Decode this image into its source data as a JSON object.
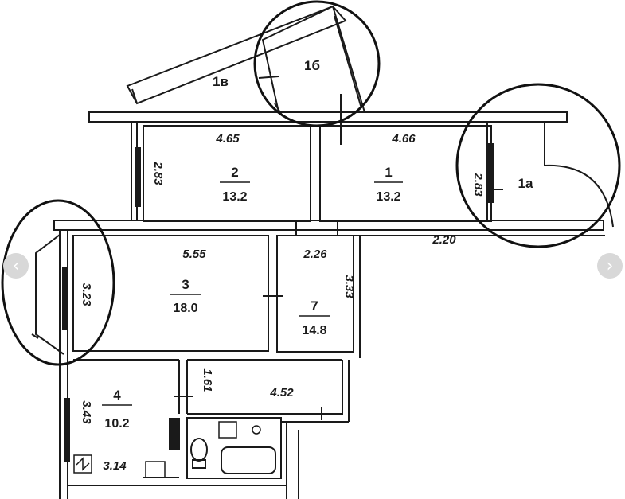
{
  "rooms": [
    {
      "id": "1",
      "area": "13.2"
    },
    {
      "id": "2",
      "area": "13.2"
    },
    {
      "id": "3",
      "area": "18.0"
    },
    {
      "id": "4",
      "area": "10.2"
    },
    {
      "id": "7",
      "area": "14.8"
    },
    {
      "id": "1а"
    },
    {
      "id": "1б"
    },
    {
      "id": "1в"
    }
  ],
  "dimensions": [
    "4.65",
    "4.66",
    "2.83",
    "2.83",
    "5.55",
    "2.26",
    "3.23",
    "3.33",
    "1.61",
    "4.52",
    "3.43",
    "3.14",
    "2.20"
  ],
  "navigation": {
    "prev": "‹",
    "next": "›"
  }
}
